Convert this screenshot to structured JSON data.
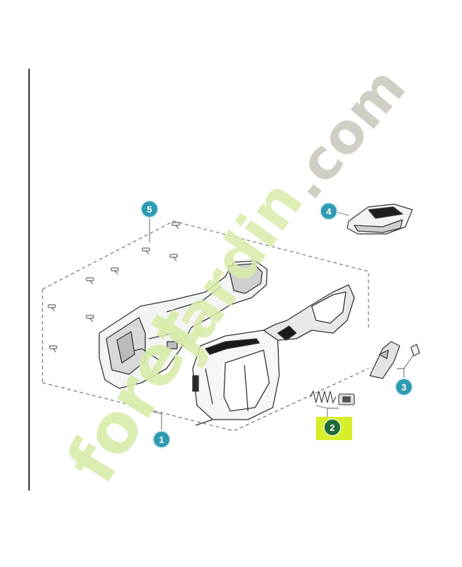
{
  "callouts": [
    {
      "id": "1",
      "label": "1"
    },
    {
      "id": "2",
      "label": "2",
      "highlighted": true
    },
    {
      "id": "3",
      "label": "3"
    },
    {
      "id": "4",
      "label": "4"
    },
    {
      "id": "5",
      "label": "5"
    }
  ],
  "watermark": {
    "part1": "foret",
    "part2": "jardin",
    "part3": ".com"
  },
  "colors": {
    "callout_fill": "#2f9bb0",
    "callout_selected_fill": "#1f6b3a",
    "highlight_box": "#d7ee2a",
    "watermark_green": "#d9ecaa",
    "watermark_orange": "#f3c28e",
    "watermark_gray": "#c9c6bd",
    "line": "#555555",
    "margin_rule": "#333333"
  }
}
